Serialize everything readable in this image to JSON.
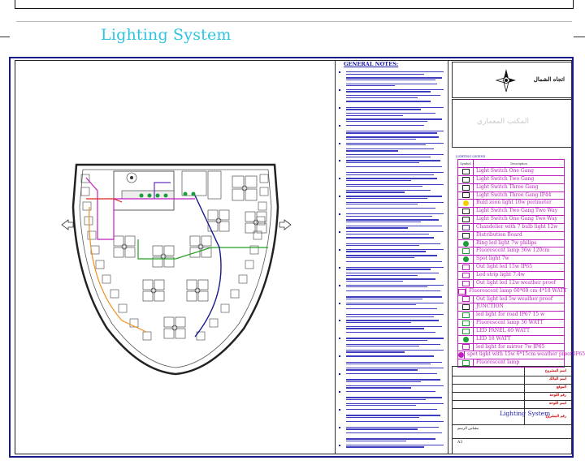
{
  "page": {
    "title": "Lighting System"
  },
  "notes": {
    "heading": "GENERAL NOTES:"
  },
  "north": {
    "label": "اتجاه الشمال"
  },
  "title_block": {
    "sheet_title": "Lighting System",
    "labels": [
      "اسم المشروع",
      "اسم المالك",
      "الموقع",
      "رقم اللوحة",
      "اسم اللوحة",
      "رقم المشروع"
    ],
    "scale_label": "مقياس الرسم",
    "paper_size": "A3"
  },
  "legend": {
    "title": "LIGHTING LEGEND",
    "col_symbol": "Symbol",
    "col_description": "Description",
    "items": [
      {
        "desc": "Light Switch One Gang",
        "icon": "switch-icon",
        "color": "#222222"
      },
      {
        "desc": "Light Switch Two Gang",
        "icon": "switch-icon",
        "color": "#222222"
      },
      {
        "desc": "Light Switch Three Gang",
        "icon": "switch-icon",
        "color": "#222222"
      },
      {
        "desc": "Light Switch Three Gang IP44",
        "icon": "switch-icon",
        "color": "#222222"
      },
      {
        "desc": "Buld zeon light 10w perimeter",
        "icon": "bulb-icon",
        "color": "#f0d000"
      },
      {
        "desc": "Light Switch Two Gang Two Way",
        "icon": "switch-icon",
        "color": "#222222"
      },
      {
        "desc": "Light Switch One Gang Two Way",
        "icon": "switch-icon",
        "color": "#222222"
      },
      {
        "desc": "Chandelier with 7 bulb light 12w",
        "icon": "chandelier-icon",
        "color": "#4a2a8a"
      },
      {
        "desc": "Distribution Board",
        "icon": "board-icon",
        "color": "#222222"
      },
      {
        "desc": "Ring led light 7w philips",
        "icon": "ring-icon",
        "color": "#1a9e3a"
      },
      {
        "desc": "Fluorescent lamp 36w 120cm",
        "icon": "fluorescent-icon",
        "color": "#1a9e3a"
      },
      {
        "desc": "Spot light 7w",
        "icon": "spot-icon",
        "color": "#1a9e3a"
      },
      {
        "desc": "Out light led 15w IP65",
        "icon": "outlight-icon",
        "color": "#c01fc0"
      },
      {
        "desc": "Led strip light 7.4w",
        "icon": "strip-icon",
        "color": "#c01fc0"
      },
      {
        "desc": "Out light led 12w weather proof",
        "icon": "outlight-icon",
        "color": "#c01fc0"
      },
      {
        "desc": "Fluorescent lamp 60*60 cm 4*18 WATT",
        "icon": "panel-icon",
        "color": "#c01fc0"
      },
      {
        "desc": "Out light led 5w weather proof",
        "icon": "outlight-icon",
        "color": "#c01fc0"
      },
      {
        "desc": "JUNCTION",
        "icon": "junction-icon",
        "color": "#222222"
      },
      {
        "desc": "led light for road IP67 15 w",
        "icon": "roadlight-icon",
        "color": "#1a9e3a"
      },
      {
        "desc": "Fluorescent lamp 36 WATT",
        "icon": "fluorescent-icon",
        "color": "#1a9e3a"
      },
      {
        "desc": "LED PANEL 40 WATT",
        "icon": "panel-icon",
        "color": "#1a9e3a"
      },
      {
        "desc": "LED 18 WATT",
        "icon": "led-icon",
        "color": "#1a9e3a"
      },
      {
        "desc": "led light for mirror 7w IP65",
        "icon": "mirror-light-icon",
        "color": "#c01fc0"
      },
      {
        "desc": "spot light with 15w 6*15cm weather proof IP65",
        "icon": "spot-icon",
        "color": "#c01fc0"
      },
      {
        "desc": "Fluorescent lamp",
        "icon": "fluorescent-icon",
        "color": "#1a9e3a"
      }
    ]
  },
  "colors": {
    "frame": "#1a1a8c",
    "legend_line": "#c01fc0",
    "notes_text": "#1a1aa8",
    "title": "#2ec4e0"
  }
}
